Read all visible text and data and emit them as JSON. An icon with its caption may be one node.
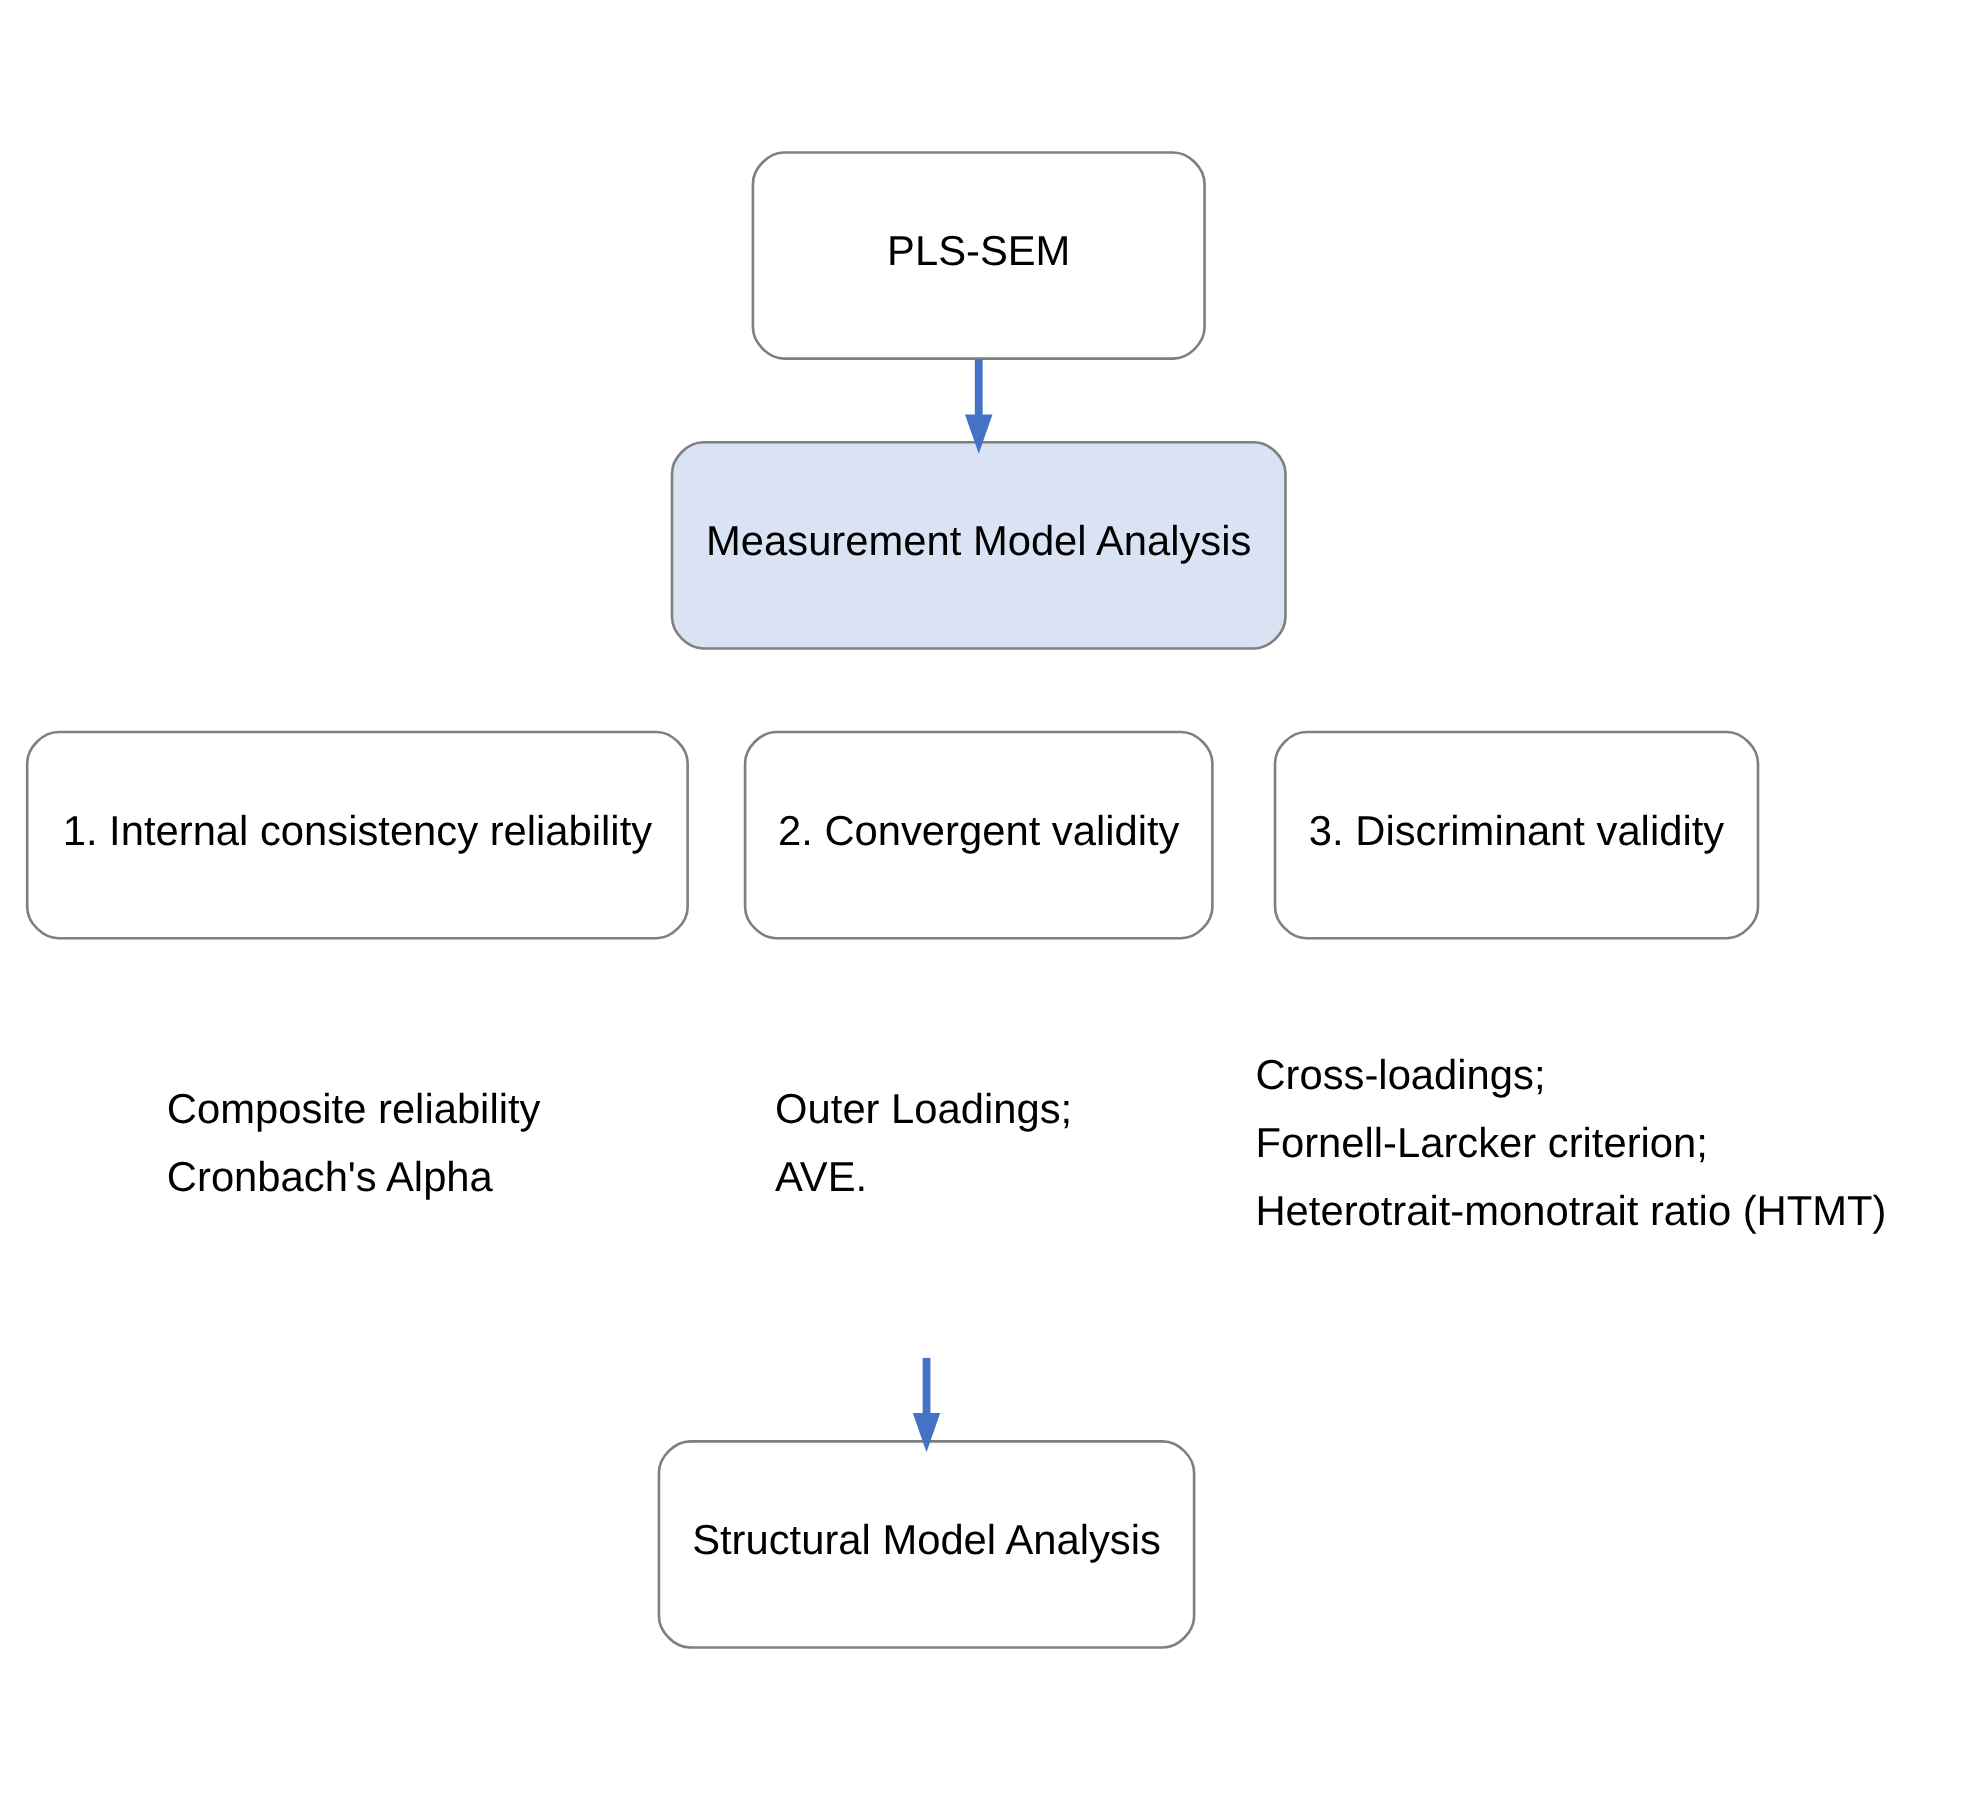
{
  "diagram": {
    "nodes": [
      {
        "text": [
          "PLS-SEM"
        ]
      },
      {
        "text": [
          "Measurement Model Analysis"
        ]
      },
      {
        "text": [
          "1. Internal consistency reliability"
        ],
        "beside": [
          "Composite reliability",
          "Cronbach's Alpha"
        ]
      },
      {
        "text": [
          "2. Convergent validity"
        ],
        "beside": [
          "Outer Loadings;",
          "AVE."
        ]
      },
      {
        "text": [
          "3. Discriminant validity"
        ],
        "beside": [
          "Cross-loadings;",
          "Fornell-Larcker criterion;",
          "Heterotrait-monotrait ratio (HTMT)"
        ]
      },
      {
        "text": [
          "Structural Model Analysis"
        ]
      }
    ],
    "edges": [
      {
        "from": 0,
        "to": 1,
        "arrow": "to"
      },
      {
        "from": null,
        "to": 5,
        "arrow": "to"
      }
    ]
  }
}
